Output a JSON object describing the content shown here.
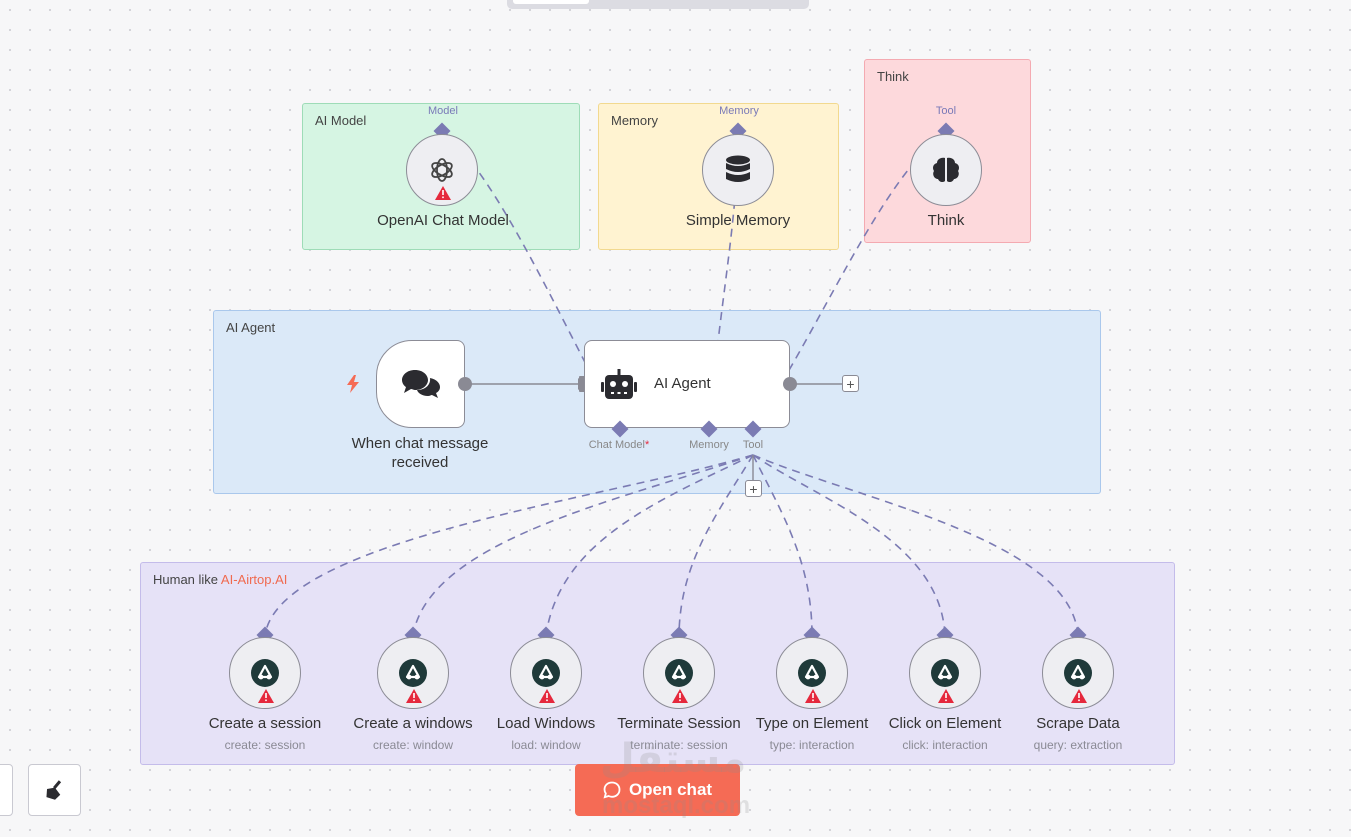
{
  "canvas": {
    "top_tab_visible": true
  },
  "groups": {
    "ai_model": {
      "label": "AI Model",
      "color": "#d6f5e3"
    },
    "memory": {
      "label": "Memory",
      "color": "#fff3d1"
    },
    "think": {
      "label": "Think",
      "color": "#fdd9dc"
    },
    "ai_agent": {
      "label": "AI Agent",
      "color": "#dbe9f8"
    },
    "human_like": {
      "label_prefix": "Human like ",
      "label_accent": "AI-Airtop.AI",
      "color": "#e6e2f7"
    }
  },
  "nodes": {
    "openai": {
      "title": "OpenAI Chat Model",
      "port": "Model",
      "icon": "openai-icon",
      "warning": true
    },
    "simple_memory": {
      "title": "Simple Memory",
      "port": "Memory",
      "icon": "database-icon"
    },
    "think": {
      "title": "Think",
      "port": "Tool",
      "icon": "brain-icon"
    },
    "trigger": {
      "title_line1": "When chat message",
      "title_line2": "received",
      "icon": "chat-bubbles-icon"
    },
    "agent": {
      "title": "AI Agent",
      "icon": "robot-icon",
      "ports": {
        "chat_model": "Chat Model",
        "required_mark": "*",
        "memory": "Memory",
        "tool": "Tool"
      }
    }
  },
  "tools": [
    {
      "title": "Create a session",
      "sub": "create: session"
    },
    {
      "title": "Create a windows",
      "sub": "create: window"
    },
    {
      "title": "Load Windows",
      "sub": "load: window"
    },
    {
      "title": "Terminate Session",
      "sub": "terminate: session"
    },
    {
      "title": "Type on Element",
      "sub": "type: interaction"
    },
    {
      "title": "Click on Element",
      "sub": "click: interaction"
    },
    {
      "title": "Scrape Data",
      "sub": "query: extraction"
    }
  ],
  "open_chat": {
    "label": "Open chat"
  },
  "watermark": {
    "line1": "مستقل",
    "line2": "mostaql.com"
  },
  "colors": {
    "connection": "#7b7bb3",
    "accent": "#f56b55",
    "warning": "#e5283c"
  }
}
